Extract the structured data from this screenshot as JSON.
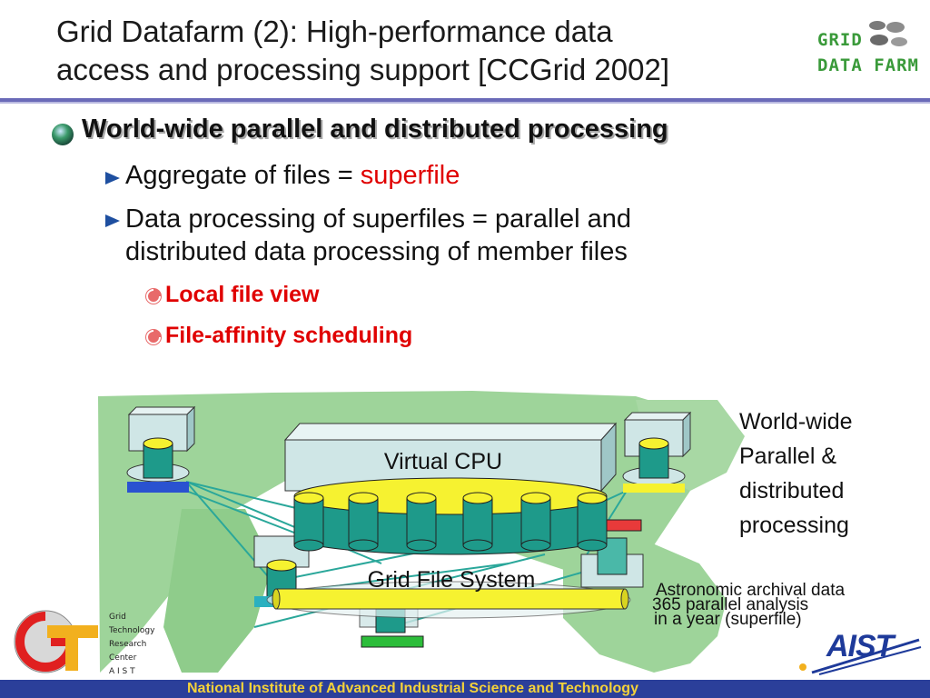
{
  "slide": {
    "title_line1": "Grid Datafarm (2): High-performance data",
    "title_line2": "access and processing support [CCGrid 2002]",
    "logo_line1": "GRID",
    "logo_line2": "DATA FARM"
  },
  "bullets": {
    "level1": "World-wide parallel and distributed processing",
    "item1_prefix": "Aggregate of files = ",
    "item1_highlight": "superfile",
    "item2_line1": "Data processing of superfiles = parallel and",
    "item2_line2": "distributed data processing of member files",
    "sub1": "Local file view",
    "sub2": "File-affinity scheduling"
  },
  "diagram": {
    "virtual_cpu": "Virtual CPU",
    "grid_fs": "Grid File System",
    "caption_lines": [
      "World-wide",
      "Parallel &",
      "distributed",
      "processing"
    ],
    "astro_line1": "Astronomic archival data",
    "astro_line2": "365 parallel analysis",
    "astro_line3": "in a year (superfile)"
  },
  "footer": {
    "grtc_lines": [
      "Grid",
      "Technology",
      "Research",
      "Center",
      "A I S T"
    ],
    "aist": "AIST",
    "institute": "National Institute of Advanced Industrial Science and Technology"
  },
  "colors": {
    "accent": "#6a6ab8",
    "map_green": "#9ed49a",
    "cylinder": "#1e9a8a",
    "highlight_red": "#e00000",
    "footer_bg": "#2b3f9a",
    "footer_text": "#f4d23a"
  }
}
